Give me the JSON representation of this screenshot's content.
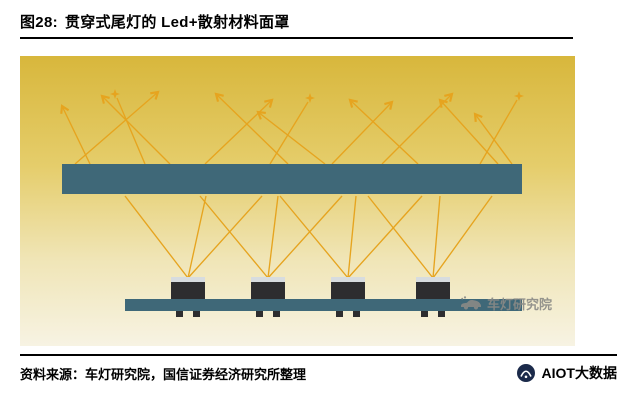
{
  "figure": {
    "label": "图28:",
    "title": "贯穿式尾灯的 Led+散射材料面罩"
  },
  "diagram": {
    "watermark": "车灯研究院",
    "colors": {
      "bg_top": "#d8b73c",
      "bg_mid1": "#e5cd6b",
      "bg_mid2": "#f0e5b6",
      "bg_bottom": "#f7f3e3",
      "panel": "#3f6878",
      "ray": "#e6a41f",
      "led_body": "#2d2d2f",
      "led_top": "#d7dcdf",
      "watermark": "#8a8a86"
    }
  },
  "footer": {
    "source": "资料来源：车灯研究院，国信证券经济研究所整理",
    "brand": "AIOT大数据"
  }
}
